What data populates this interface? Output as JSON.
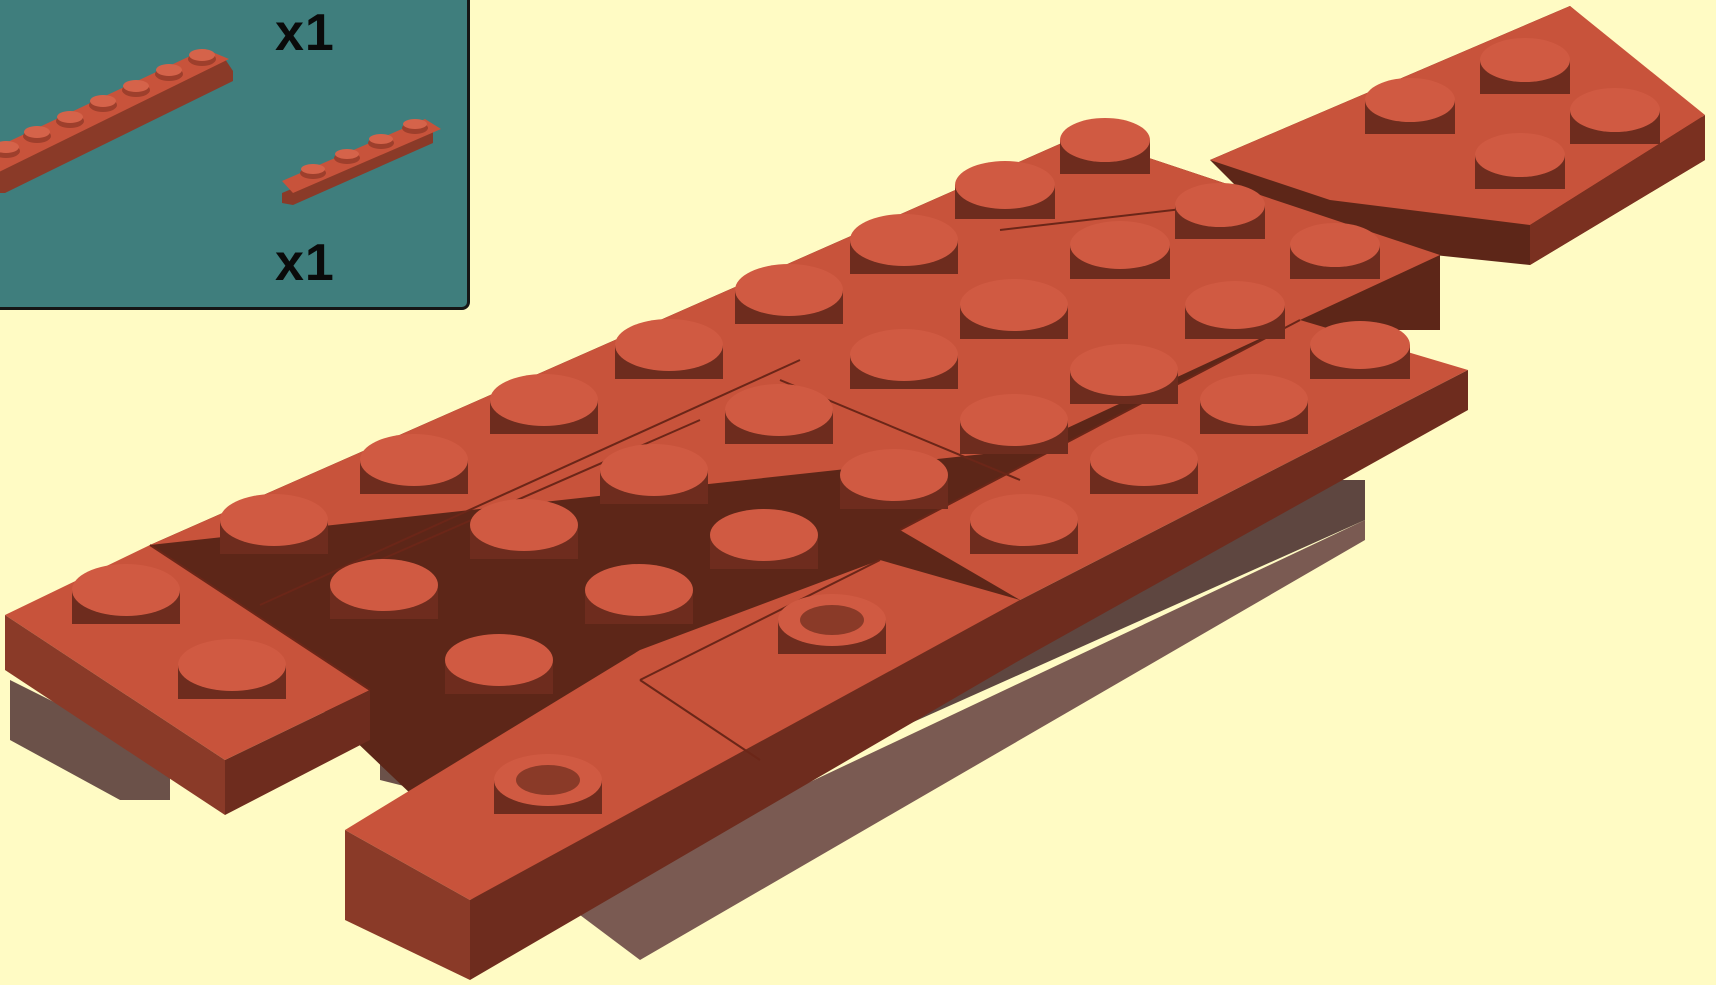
{
  "parts_list": {
    "items": [
      {
        "part": "plate-1x8",
        "quantity": "x1"
      },
      {
        "part": "plate-1x4",
        "quantity": "x1"
      }
    ]
  },
  "colors": {
    "background": "#fffbc4",
    "panel": "#3f7e7d",
    "brick_top": "#c8533b",
    "brick_side": "#8a3a28",
    "brick_dark": "#5d2618",
    "underlayer": "#6b5149"
  }
}
